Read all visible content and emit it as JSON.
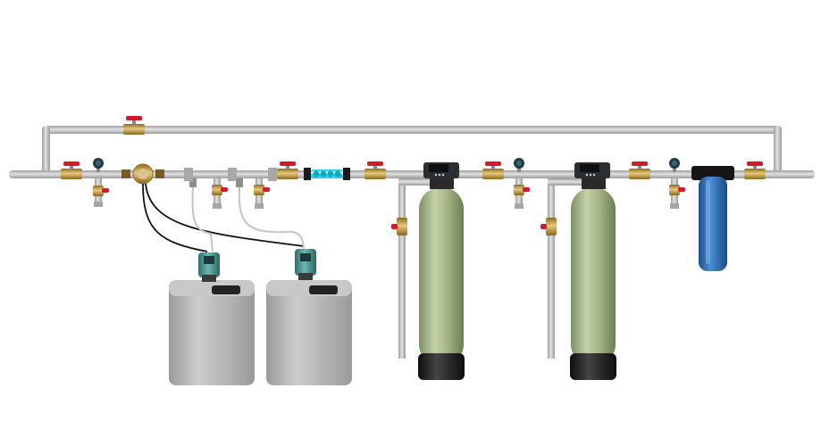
{
  "scene": {
    "pipe_color": "#c6c6c6",
    "pipe_edge_color": "#9a9a9a",
    "valve_handle_color": "#d11a2a",
    "brass_color": "#c8a04a",
    "tank_fiberglass_color": "#a7b887",
    "tank_base_color": "#1f1f1f",
    "filter_housing_color": "#2f6fb3",
    "chem_tank_color": "#b7b7b7",
    "pump_color": "#4f9a98",
    "uv_glow_color": "#27d3e6"
  },
  "components": [
    {
      "id": "bypass-line",
      "icon": "pipe",
      "label": ""
    },
    {
      "id": "bypass-valve",
      "icon": "ball-valve-icon",
      "label": ""
    },
    {
      "id": "water-meter",
      "icon": "flow-meter-icon",
      "label": ""
    },
    {
      "id": "dosing-tank-1",
      "icon": "chemical-tank-icon",
      "label": ""
    },
    {
      "id": "dosing-tank-2",
      "icon": "chemical-tank-icon",
      "label": ""
    },
    {
      "id": "dosing-pump-1",
      "icon": "dosing-pump-icon",
      "label": ""
    },
    {
      "id": "dosing-pump-2",
      "icon": "dosing-pump-icon",
      "label": ""
    },
    {
      "id": "uv-sterilizer",
      "icon": "uv-lamp-icon",
      "label": ""
    },
    {
      "id": "filter-vessel-1",
      "icon": "pressure-vessel-icon",
      "label": ""
    },
    {
      "id": "filter-vessel-2",
      "icon": "pressure-vessel-icon",
      "label": ""
    },
    {
      "id": "cartridge-filter",
      "icon": "cartridge-filter-icon",
      "label": ""
    }
  ]
}
